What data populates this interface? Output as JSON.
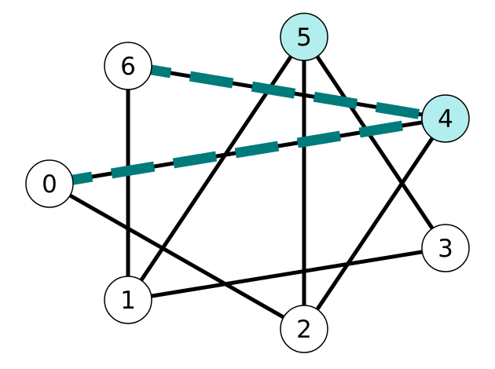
{
  "graph": {
    "directed": false,
    "nodes": [
      {
        "id": "0",
        "label": "0",
        "highlighted": false
      },
      {
        "id": "1",
        "label": "1",
        "highlighted": false
      },
      {
        "id": "2",
        "label": "2",
        "highlighted": false
      },
      {
        "id": "3",
        "label": "3",
        "highlighted": false
      },
      {
        "id": "4",
        "label": "4",
        "highlighted": true
      },
      {
        "id": "5",
        "label": "5",
        "highlighted": true
      },
      {
        "id": "6",
        "label": "6",
        "highlighted": false
      }
    ],
    "edges": [
      {
        "source": "6",
        "target": "1",
        "highlighted": false
      },
      {
        "source": "1",
        "target": "5",
        "highlighted": false
      },
      {
        "source": "1",
        "target": "3",
        "highlighted": false
      },
      {
        "source": "0",
        "target": "2",
        "highlighted": false
      },
      {
        "source": "5",
        "target": "2",
        "highlighted": false
      },
      {
        "source": "5",
        "target": "3",
        "highlighted": false
      },
      {
        "source": "2",
        "target": "4",
        "highlighted": false
      },
      {
        "source": "6",
        "target": "4",
        "highlighted": true
      },
      {
        "source": "0",
        "target": "4",
        "highlighted": true
      }
    ]
  },
  "colors": {
    "node_fill": "#ffffff",
    "node_highlight_fill": "#b2eeee",
    "node_stroke": "#000000",
    "edge": "#000000",
    "edge_highlight": "#007b7b"
  }
}
